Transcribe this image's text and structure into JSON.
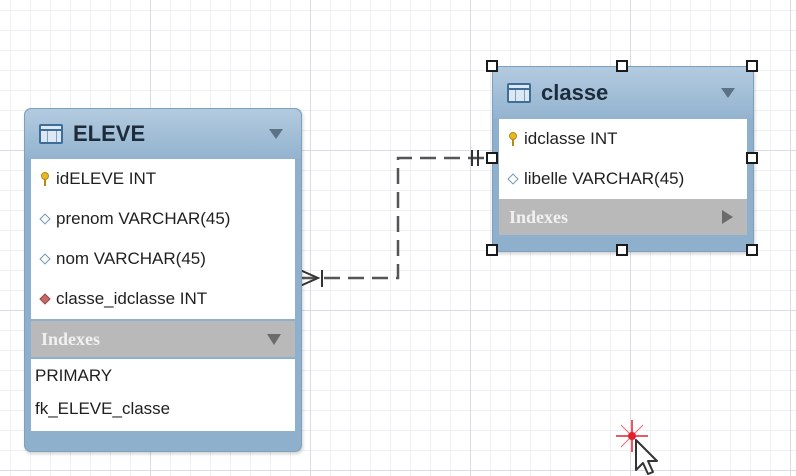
{
  "tables": {
    "eleve": {
      "name": "ELEVE",
      "columns": [
        {
          "label": "idELEVE INT",
          "icon": "primary-key-icon"
        },
        {
          "label": "prenom VARCHAR(45)",
          "icon": "column-diamond-icon"
        },
        {
          "label": "nom VARCHAR(45)",
          "icon": "column-diamond-icon"
        },
        {
          "label": "classe_idclasse INT",
          "icon": "foreign-key-icon"
        }
      ],
      "indexes_label": "Indexes",
      "indexes": [
        "PRIMARY",
        "fk_ELEVE_classe"
      ]
    },
    "classe": {
      "name": "classe",
      "columns": [
        {
          "label": "idclasse INT",
          "icon": "primary-key-icon"
        },
        {
          "label": "libelle VARCHAR(45)",
          "icon": "column-diamond-icon"
        }
      ],
      "indexes_label": "Indexes"
    }
  },
  "relationship": {
    "from": "ELEVE",
    "to": "classe",
    "cardinality": "many-to-one"
  },
  "colors": {
    "header": "#9dbcd6",
    "indexes_bar": "#b9b9b9",
    "connector": "#555555",
    "primary_key": "#e7b825",
    "foreign_key": "#c46a6a",
    "cursor_spark": "#e0202e"
  }
}
